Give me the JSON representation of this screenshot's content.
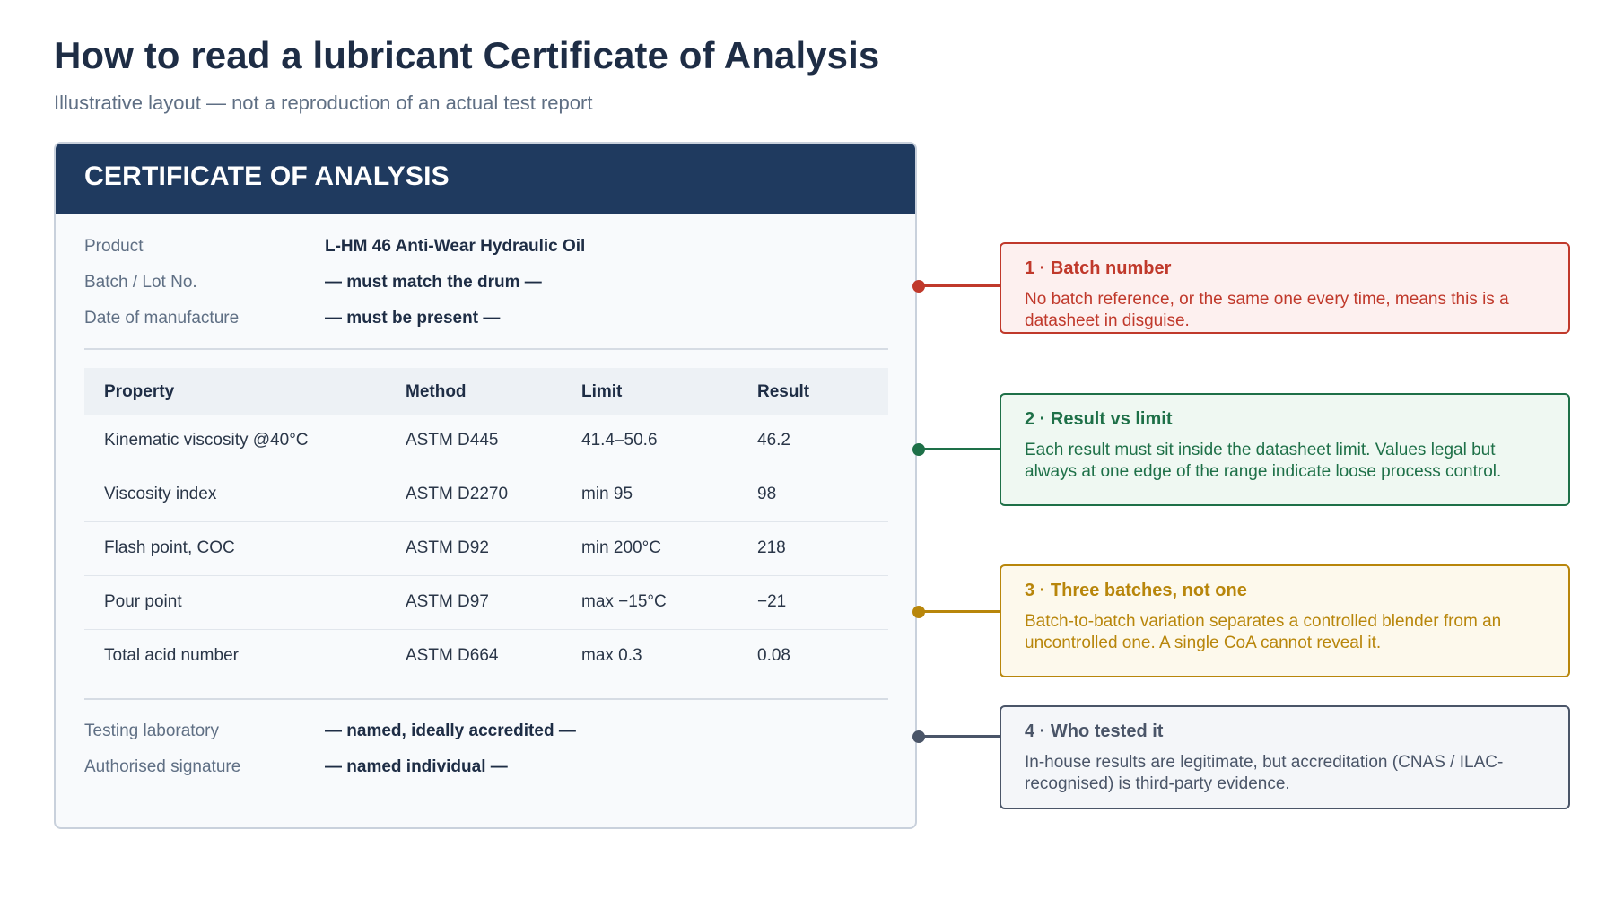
{
  "page": {
    "title": "How to read a lubricant Certificate of Analysis",
    "subtitle": "Illustrative layout — not a reproduction of an actual test report"
  },
  "certificate": {
    "header": "CERTIFICATE OF ANALYSIS",
    "meta_top": [
      {
        "label": "Product",
        "value": "L-HM 46 Anti-Wear Hydraulic Oil"
      },
      {
        "label": "Batch / Lot No.",
        "value": "— must match the drum —"
      },
      {
        "label": "Date of manufacture",
        "value": "— must be present —"
      }
    ],
    "table": {
      "columns": [
        "Property",
        "Method",
        "Limit",
        "Result"
      ],
      "rows": [
        [
          "Kinematic viscosity @40°C",
          "ASTM D445",
          "41.4–50.6",
          "46.2"
        ],
        [
          "Viscosity index",
          "ASTM D2270",
          "min 95",
          "98"
        ],
        [
          "Flash point, COC",
          "ASTM D92",
          "min 200°C",
          "218"
        ],
        [
          "Pour point",
          "ASTM D97",
          "max −15°C",
          "−21"
        ],
        [
          "Total acid number",
          "ASTM D664",
          "max 0.3",
          "0.08"
        ]
      ]
    },
    "meta_bottom": [
      {
        "label": "Testing laboratory",
        "value": "— named, ideally accredited —"
      },
      {
        "label": "Authorised signature",
        "value": "— named individual —"
      }
    ]
  },
  "callouts": [
    {
      "title": "1 · Batch number",
      "body": "No batch reference, or the same one every time, means this is a datasheet in disguise.",
      "color": "#c0392b",
      "fill": "#fdf0ef"
    },
    {
      "title": "2 · Result vs limit",
      "body": "Each result must sit inside the datasheet limit. Values legal but always at one edge of the range indicate loose process control.",
      "color": "#1e7048",
      "fill": "#eff8f2"
    },
    {
      "title": "3 · Three batches, not one",
      "body": "Batch-to-batch variation separates a controlled blender from an uncontrolled one. A single CoA cannot reveal it.",
      "color": "#b8860b",
      "fill": "#fdf9ec"
    },
    {
      "title": "4 · Who tested it",
      "body": "In-house results are legitimate, but accreditation (CNAS / ILAC-recognised) is third-party evidence.",
      "color": "#4a5568",
      "fill": "#f4f6f9"
    }
  ]
}
